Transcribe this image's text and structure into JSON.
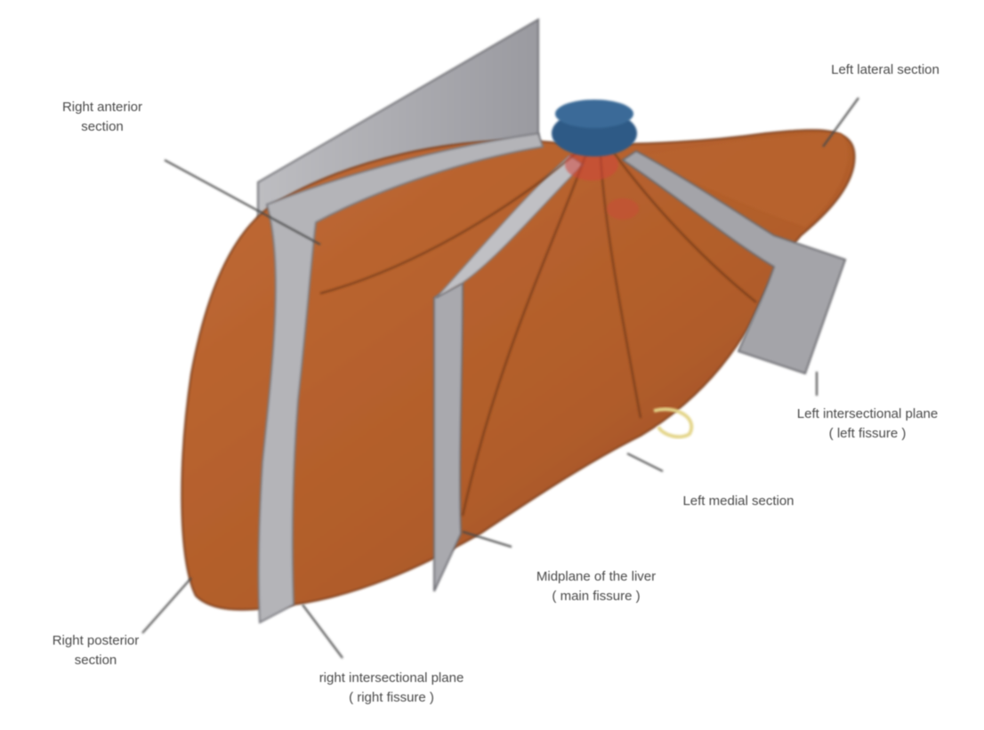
{
  "colors": {
    "background": "#ffffff",
    "liver": "#b5612c",
    "liver_dark": "#8a4520",
    "plane": "#a8a8ac",
    "plane_dark": "#6f6f74",
    "vena_cava": "#2e5a86",
    "leader": "#4a4a4a"
  },
  "labels": {
    "right_anterior": {
      "line1": "Right anterior",
      "line2": "section"
    },
    "left_lateral": {
      "line1": "Left lateral section"
    },
    "left_intersectional": {
      "line1": "Left intersectional plane",
      "line2": "( left fissure )"
    },
    "left_medial": {
      "line1": "Left medial section"
    },
    "midplane": {
      "line1": "Midplane of the liver",
      "line2": "( main fissure )"
    },
    "right_intersectional": {
      "line1": "right intersectional plane",
      "line2": "( right fissure )"
    },
    "right_posterior": {
      "line1": "Right posterior",
      "line2": "section"
    }
  }
}
